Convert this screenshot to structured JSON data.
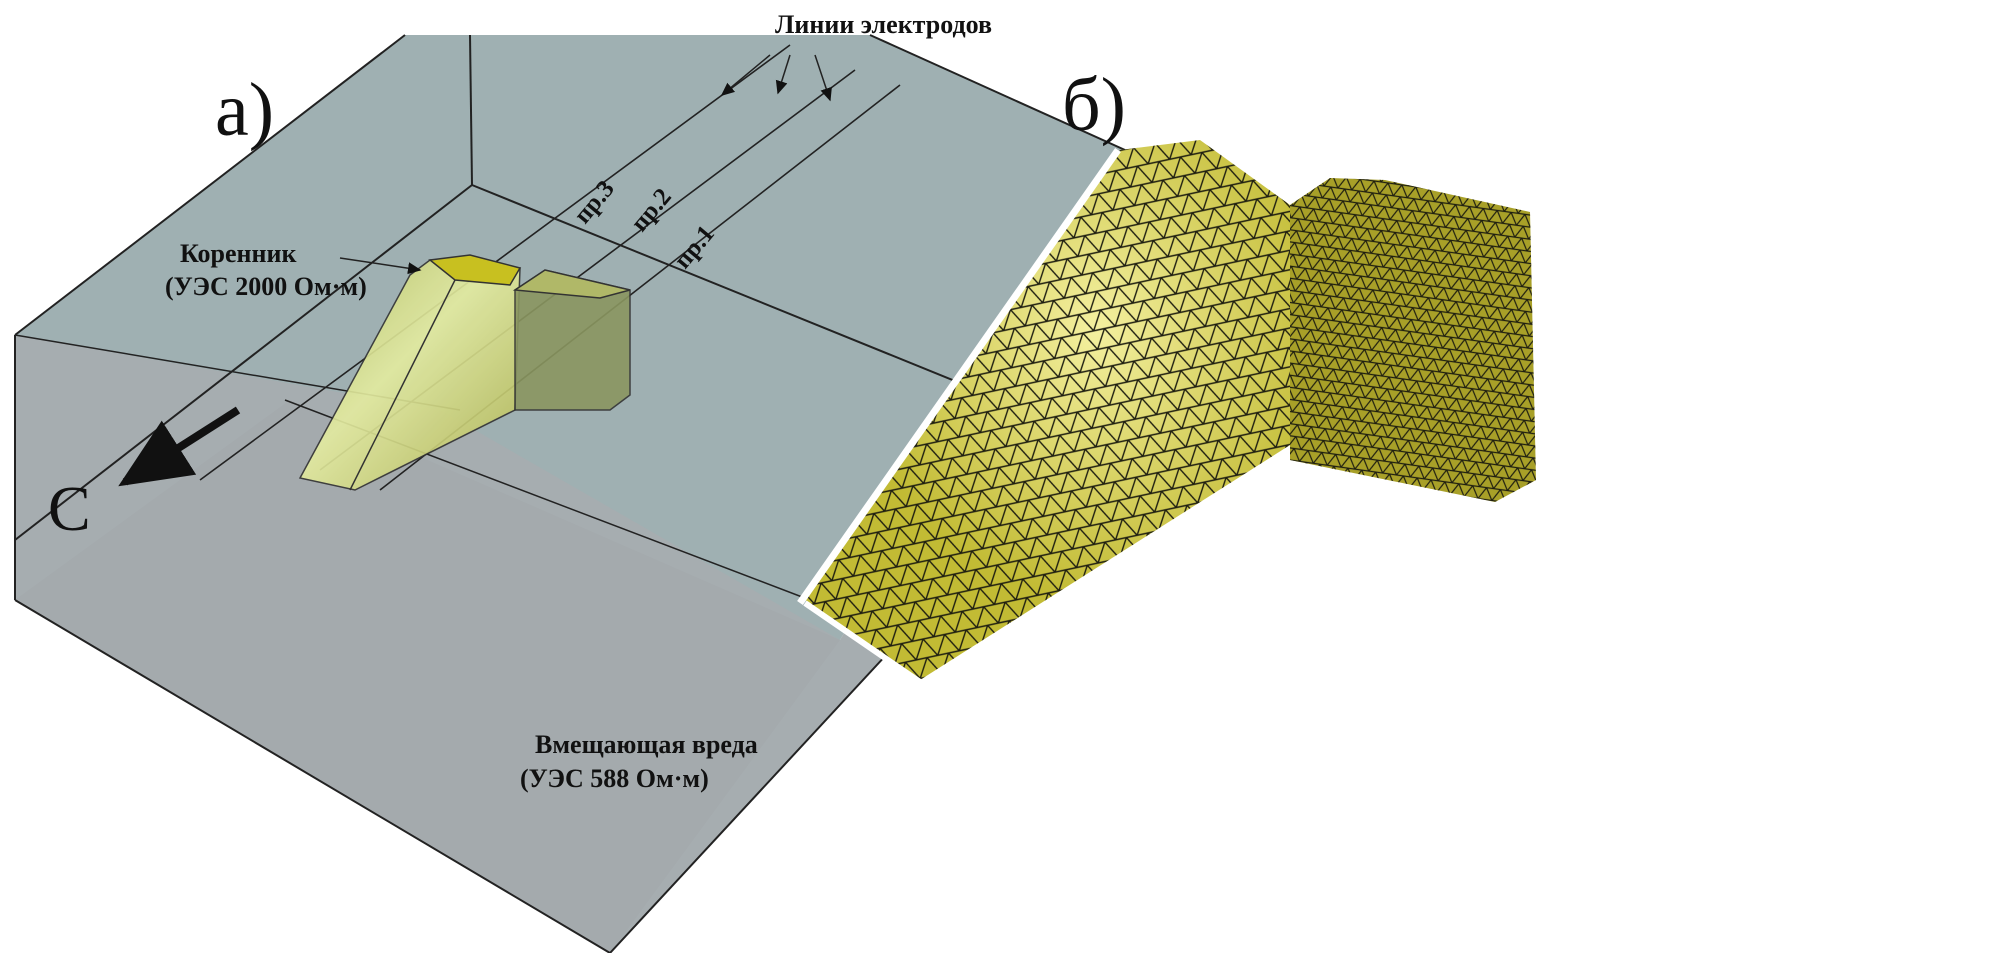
{
  "panel_a": {
    "label": "а)",
    "electrode_lines_title": "Линии электродов",
    "profiles": [
      "пр.3",
      "пр.2",
      "пр.1"
    ],
    "root_body_label": "Коренник",
    "root_body_resistivity": "(УЭС 2000 Ом·м)",
    "host_rock_label": "Вмещающая вреда",
    "host_rock_resistivity": "(УЭС 588 Ом·м)",
    "north_label": "С"
  },
  "panel_b": {
    "label": "б)"
  },
  "colors": {
    "box_top": "#9fb0b2",
    "box_front": "#a6adb0",
    "mesh_fill": "#c9c23a",
    "mesh_line": "#1e1e10",
    "body_fill": "#c8d070"
  }
}
